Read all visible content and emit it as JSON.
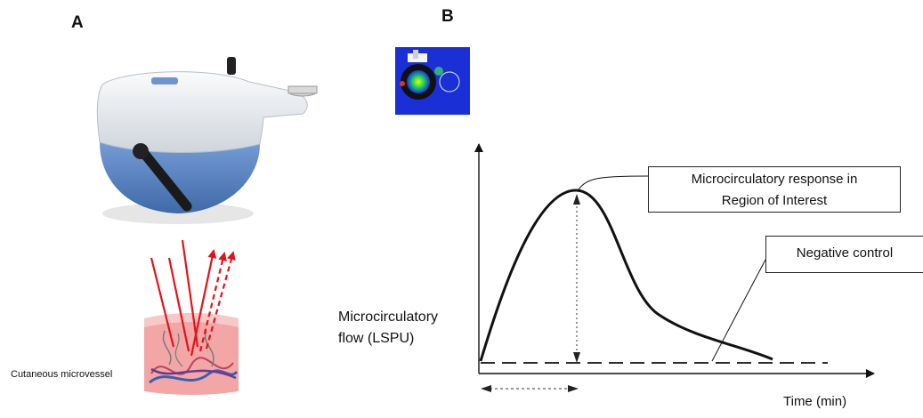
{
  "panels": {
    "a": "A",
    "b": "B"
  },
  "labels": {
    "vessel": "Cutaneous microvessel",
    "y_axis_line1": "Microcirculatory",
    "y_axis_line2": "flow (LSPU)",
    "x_axis": "Time (min)",
    "roi_line1": "Microcirculatory response in",
    "roi_line2": "Region of Interest",
    "negative": "Negative control"
  },
  "icons": {
    "device": "laser-speckle-imager-icon",
    "skin": "skin-cross-section-icon",
    "perfusion": "perfusion-heatmap-icon"
  },
  "colors": {
    "device_blue": "#5b86c4",
    "device_white": "#e9ecf0",
    "laser_red": "#e0141b",
    "skin_pink": "#f2a6a6",
    "curve": "#111111"
  }
}
